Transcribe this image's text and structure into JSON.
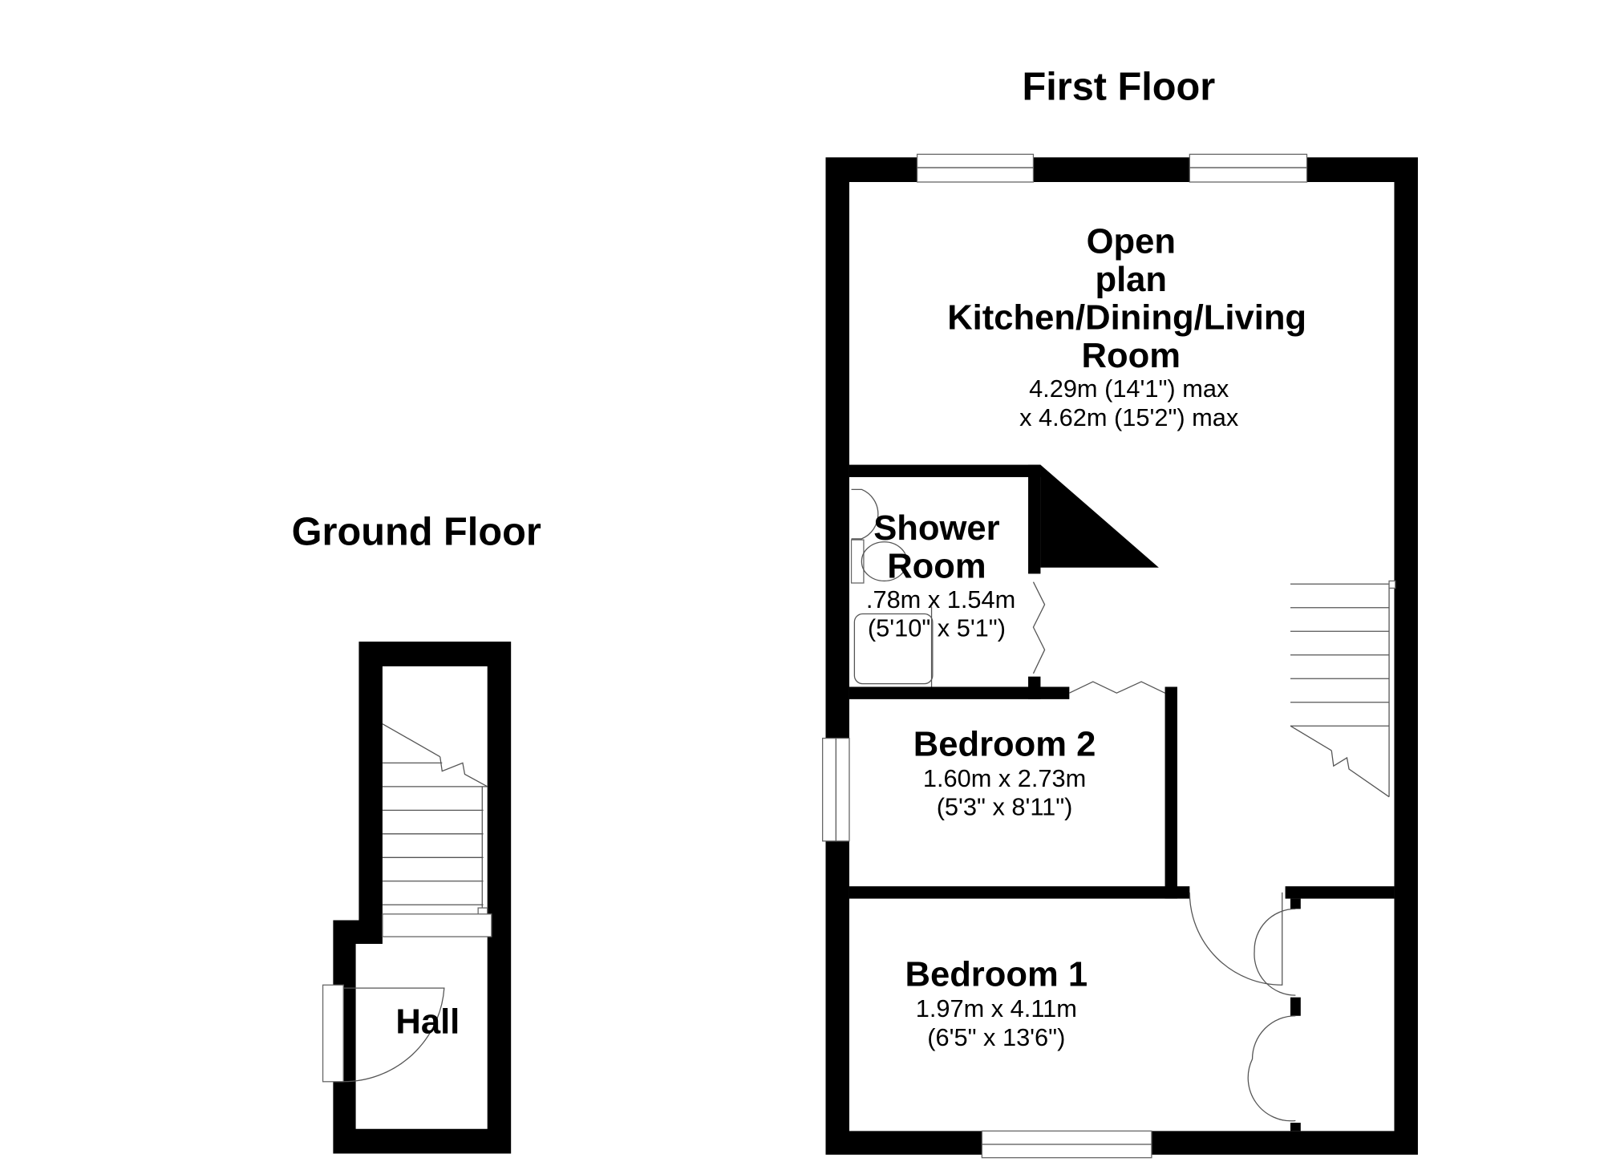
{
  "floors": {
    "ground": {
      "title": "Ground Floor",
      "rooms": [
        {
          "name": "Hall"
        }
      ]
    },
    "first": {
      "title": "First Floor",
      "rooms": [
        {
          "name_lines": [
            "Open",
            "plan",
            "Kitchen/Dining/Living",
            "Room"
          ],
          "dim_lines": [
            "4.29m (14'1\") max",
            "x 4.62m (15'2\") max"
          ]
        },
        {
          "name_lines": [
            "Shower",
            "Room"
          ],
          "dim_lines": [
            ".78m x 1.54m",
            "(5'10\" x 5'1\")"
          ]
        },
        {
          "name_lines": [
            "Bedroom 2"
          ],
          "dim_lines": [
            "1.60m x 2.73m",
            "(5'3\" x 8'11\")"
          ]
        },
        {
          "name_lines": [
            "Bedroom 1"
          ],
          "dim_lines": [
            "1.97m x 4.11m",
            "(6'5\" x 13'6\")"
          ]
        }
      ]
    }
  },
  "colors": {
    "wall": "#000000",
    "background": "#ffffff",
    "fixture_line": "#555555"
  }
}
